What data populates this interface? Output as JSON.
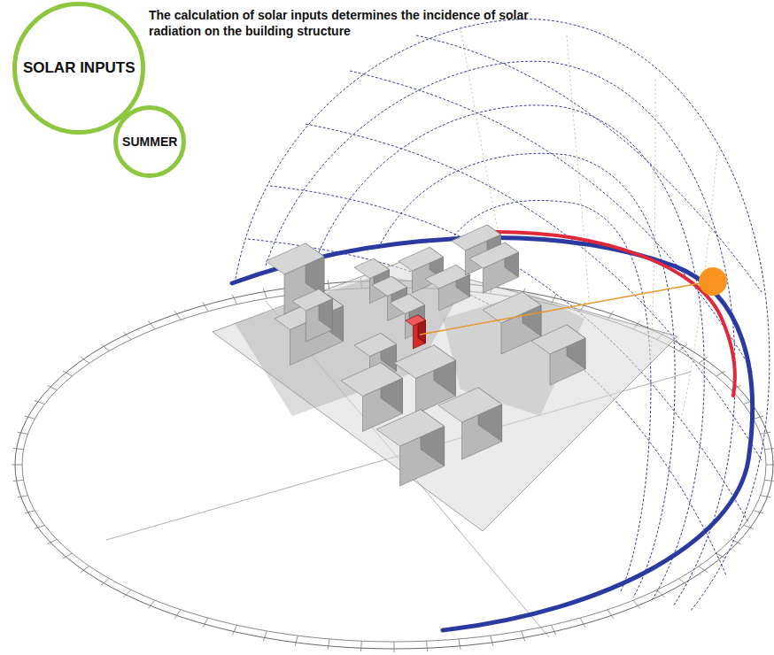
{
  "diagram": {
    "title": "The calculation of solar inputs determines the incidence of solar radiation on the building structure",
    "nodes": [
      {
        "text": [
          "SOLAR INPUTS"
        ]
      },
      {
        "text": [
          "SUMMER"
        ]
      }
    ],
    "edges": [
      {
        "from": 0,
        "to": 1,
        "arrow": "none"
      }
    ]
  }
}
